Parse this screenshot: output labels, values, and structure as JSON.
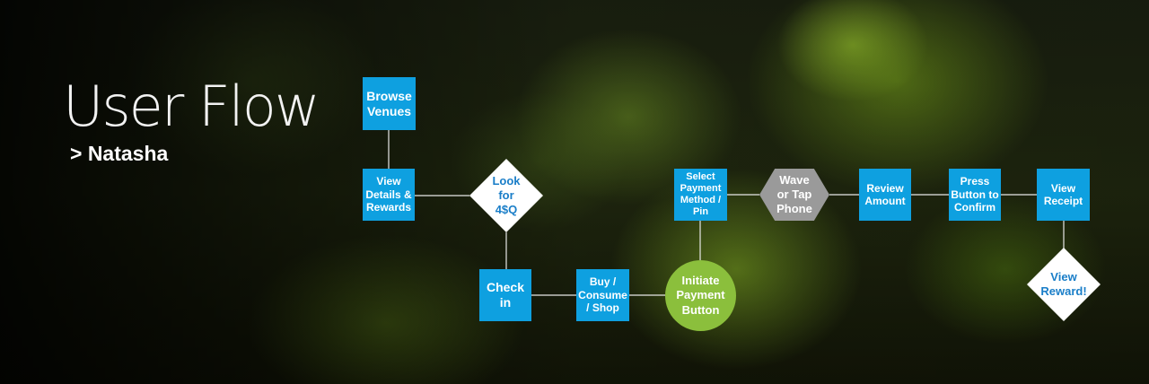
{
  "header": {
    "title": "User Flow",
    "subtitle": "> Natasha"
  },
  "colors": {
    "box_blue": "#0ea0e0",
    "diamond_white": "#ffffff",
    "diamond_text_blue": "#1a7ec8",
    "circle_green": "#8bbf3c",
    "hexagon_gray": "#9a9a9a"
  },
  "nodes": {
    "browse_venues": "Browse Venues",
    "view_details": "View Details & Rewards",
    "look_for": "Look for 4$Q",
    "check_in": "Check in",
    "buy_consume": "Buy / Consume / Shop",
    "initiate_payment": "Initiate Payment Button",
    "select_payment": "Select Payment Method / Pin",
    "wave_tap": "Wave or Tap Phone",
    "review_amount": "Review Amount",
    "press_confirm": "Press Button to Confirm",
    "view_receipt": "View Receipt",
    "view_reward": "View Reward!"
  }
}
